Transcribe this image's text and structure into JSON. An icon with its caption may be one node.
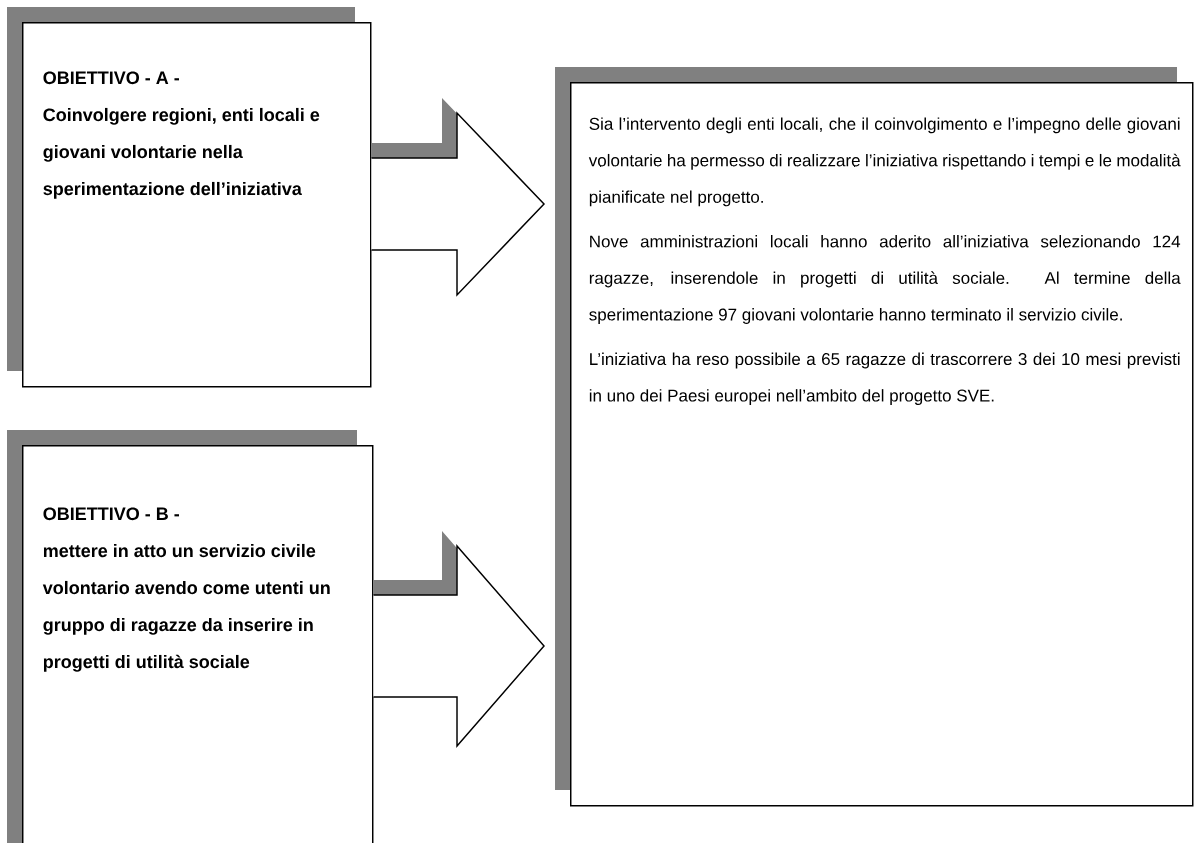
{
  "diagram": {
    "nodes": [
      {
        "text": [
          "OBIETTIVO - A -",
          "Coinvolgere regioni, enti locali e giovani volontarie nella sperimentazione dell’iniziativa"
        ]
      },
      {
        "text": [
          "OBIETTIVO - B -",
          "mettere in atto un servizio civile volontario avendo come utenti un gruppo di ragazze da inserire in progetti di utilità sociale"
        ]
      },
      {
        "text": [
          " Sia l’intervento degli enti locali, che il coinvolgimento e l’impegno delle giovani volontarie ha permesso di realizzare l’iniziativa rispettando i tempi e le modalità pianificate nel progetto.",
          "Nove amministrazioni locali hanno aderito all’iniziativa selezionando 124 ragazze, inserendole in progetti di utilità sociale. Al termine della sperimentazione 97 giovani volontarie hanno terminato il servizio civile.",
          "L’iniziativa ha reso possibile a 65 ragazze di trascorrere 3 dei 10 mesi previsti in uno dei Paesi europei nell’ambito del progetto SVE."
        ]
      }
    ],
    "edges": [
      {
        "from": 0,
        "to": 2,
        "arrow": "to"
      },
      {
        "from": 1,
        "to": 2,
        "arrow": "to"
      }
    ]
  }
}
